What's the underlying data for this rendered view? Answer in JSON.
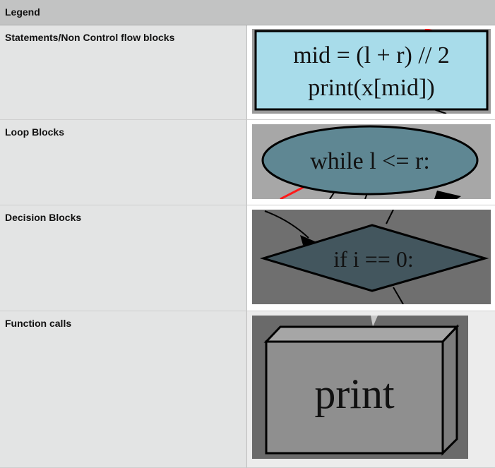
{
  "header": {
    "title": "Legend"
  },
  "rows": [
    {
      "label": "Statements/Non Control flow blocks",
      "sample_lines": [
        "mid = (l + r) // 2",
        "print(x[mid])"
      ],
      "fill": "#a8dcea",
      "background": "#9b9b9b"
    },
    {
      "label": "Loop Blocks",
      "sample_lines": [
        "while l <= r:"
      ],
      "fill": "#5f8793",
      "background": "#a7a7a7"
    },
    {
      "label": "Decision Blocks",
      "sample_lines": [
        "if i == 0:"
      ],
      "fill": "#43565e",
      "background": "#6f6f6f"
    },
    {
      "label": "Function calls",
      "sample_lines": [
        "print"
      ],
      "fill": "#8f8f8f",
      "background": "#6a6a6a"
    }
  ],
  "colors": {
    "edge_red": "#ff1a1a",
    "edge_black": "#000000"
  }
}
